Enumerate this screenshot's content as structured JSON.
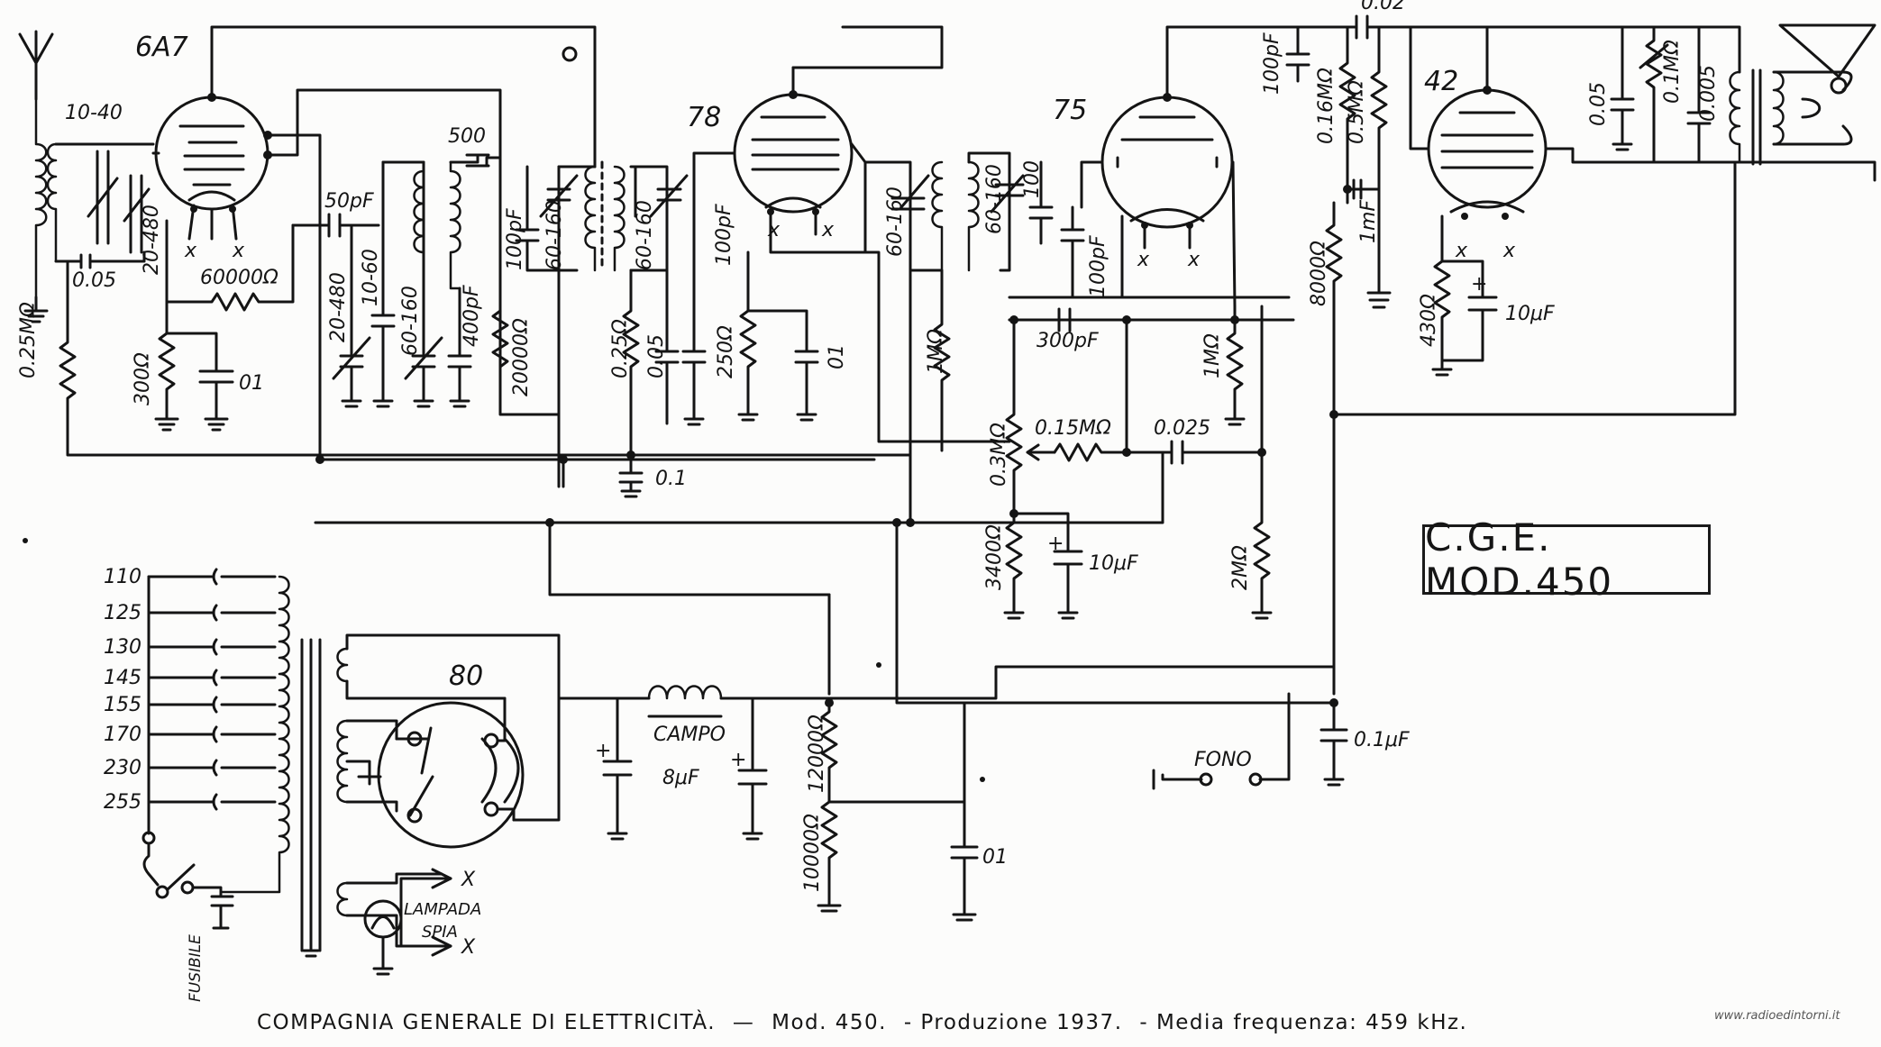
{
  "title_box": "C.G.E. MOD.450",
  "footer": {
    "company": "COMPAGNIA GENERALE DI ELETTRICITÀ.",
    "dash": "—",
    "model": "Mod. 450.",
    "production": "- Produzione 1937.",
    "if_freq": "- Media frequenza: 459 kHz."
  },
  "watermark": "www.radioedintorni.it",
  "tubes": {
    "t1": "6A7",
    "t2": "78",
    "t3": "75",
    "t4": "42",
    "t5": "80"
  },
  "components": {
    "c_10_40": "10-40",
    "c_20_480_a": "20-480",
    "c_005": "0.05",
    "r_025": "0.25MΩ",
    "r_60000": "60000Ω",
    "r_300": "300Ω",
    "c_01_a": "01",
    "c_50pf": "50pF",
    "c_20_480_b": "20-480",
    "c_10_60": "10-60",
    "c_60_160_a": "60-160",
    "c_500": "500",
    "c_400pf": "400pF",
    "c_100pf_a": "100pF",
    "r_20000": "20000Ω",
    "c_60_160_b": "60-160",
    "c_60_160_c": "60-160",
    "c_100pf_b": "100pF",
    "r_025b": "0.25Ω",
    "c_005b": "0.05",
    "r_250": "250Ω",
    "c_01_b": "01",
    "c_01_c": "0.1",
    "c_60_160_d": "60-160",
    "c_60_160_e": "60-160",
    "c_100_c": "100",
    "c_100pf_c": "100pF",
    "r_1m": "1MΩ",
    "c_300pf": "300pF",
    "r_03m": "0.3MΩ",
    "r_015m": "0.15MΩ",
    "c_0025": "0.025",
    "r_1m_b": "1MΩ",
    "r_3400": "3400Ω",
    "c_10uf_a": "10μF",
    "r_2m": "2MΩ",
    "c_100pf_d": "100pF",
    "r_016m": "0.16MΩ",
    "r_05m": "0.5MΩ",
    "c_002": "0.02",
    "c_1mf": "1mF",
    "r_8000": "8000Ω",
    "r_430": "430Ω",
    "c_10uf_b": "10μF",
    "c_005c": "0.05",
    "r_01m": "0.1MΩ",
    "c_0005": "0.005",
    "campo": "CAMPO",
    "c_8uf": "8μF",
    "r_12000": "12000Ω",
    "r_10000": "10000Ω",
    "c_01_d": "01",
    "c_01uf": "0.1μF",
    "fono": "FONO",
    "lampada": "LAMPADA",
    "spia": "SPIA",
    "fusibile": "FUSIBILE",
    "x_a": "x",
    "x_b": "x",
    "x_c": "x",
    "x_d": "x",
    "x_e": "x",
    "x_f": "x",
    "x_g": "X",
    "x_h": "X"
  },
  "voltages": [
    "110",
    "125",
    "130",
    "145",
    "155",
    "170",
    "230",
    "255"
  ]
}
